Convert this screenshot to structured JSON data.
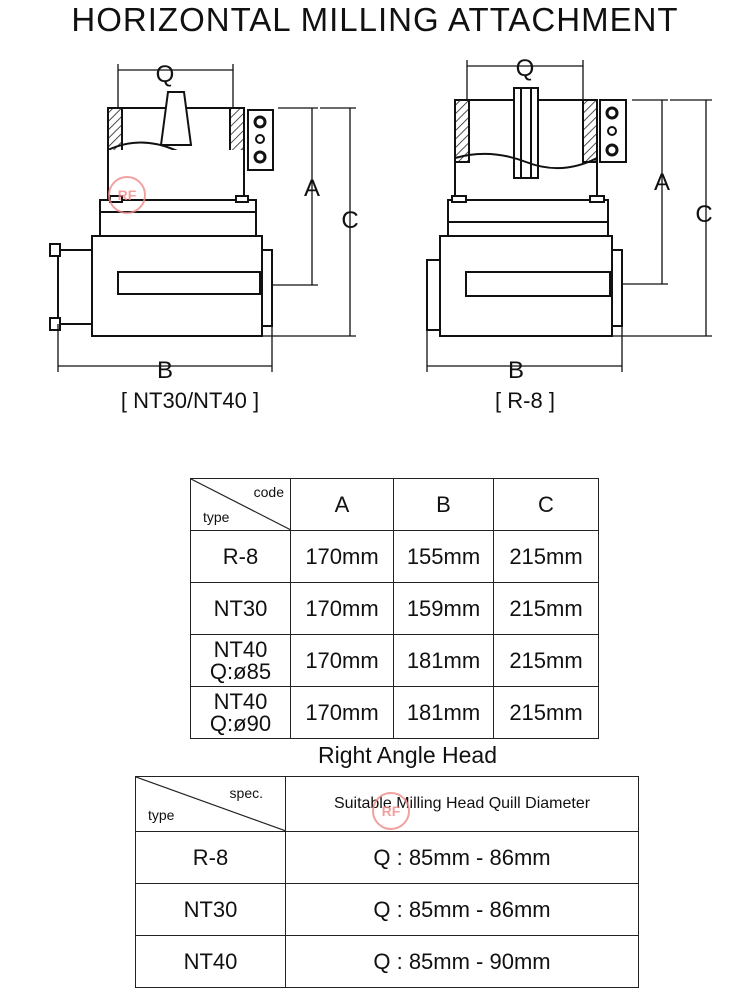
{
  "title": "HORIZONTAL  MILLING  ATTACHMENT",
  "drawings": {
    "left": {
      "caption": "[ NT30/NT40 ]",
      "labels": {
        "q": "Q",
        "a": "A",
        "b": "B",
        "c": "C"
      }
    },
    "right": {
      "caption": "[ R-8 ]",
      "labels": {
        "q": "Q",
        "a": "A",
        "b": "B",
        "c": "C"
      }
    }
  },
  "watermark": "RF",
  "dimension_table": {
    "corner": {
      "col_label": "code",
      "row_label": "type"
    },
    "columns": [
      "A",
      "B",
      "C"
    ],
    "rows": [
      {
        "type": "R-8",
        "type_line2": "",
        "a": "170mm",
        "b": "155mm",
        "c": "215mm"
      },
      {
        "type": "NT30",
        "type_line2": "",
        "a": "170mm",
        "b": "159mm",
        "c": "215mm"
      },
      {
        "type": "NT40",
        "type_line2": "Q:ø85",
        "a": "170mm",
        "b": "181mm",
        "c": "215mm"
      },
      {
        "type": "NT40",
        "type_line2": "Q:ø90",
        "a": "170mm",
        "b": "181mm",
        "c": "215mm"
      }
    ]
  },
  "section_title": "Right Angle Head",
  "spec_table": {
    "corner": {
      "col_label": "spec.",
      "row_label": "type"
    },
    "header": "Suitable Milling Head Quill Diameter",
    "rows": [
      {
        "type": "R-8",
        "value": "Q : 85mm - 86mm"
      },
      {
        "type": "NT30",
        "value": "Q : 85mm - 86mm"
      },
      {
        "type": "NT40",
        "value": "Q : 85mm - 90mm"
      }
    ]
  }
}
